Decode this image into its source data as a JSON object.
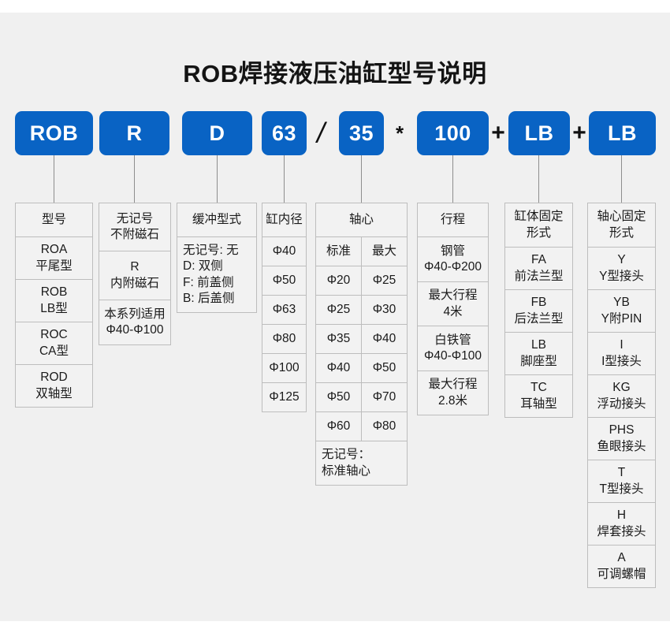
{
  "title": "ROB焊接液压油缸型号说明",
  "code_row": {
    "items": [
      {
        "kind": "chip",
        "label": "ROB"
      },
      {
        "kind": "chip",
        "label": "R"
      },
      {
        "kind": "chip",
        "label": "D"
      },
      {
        "kind": "chip",
        "label": "63"
      },
      {
        "kind": "sep",
        "label": "/"
      },
      {
        "kind": "chip",
        "label": "35"
      },
      {
        "kind": "sep",
        "label": "*"
      },
      {
        "kind": "chip",
        "label": "100"
      },
      {
        "kind": "sep",
        "label": "+"
      },
      {
        "kind": "chip",
        "label": "LB"
      },
      {
        "kind": "sep",
        "label": "+"
      },
      {
        "kind": "chip",
        "label": "LB"
      }
    ]
  },
  "columns": {
    "model": {
      "header": [
        "型号"
      ],
      "cells": [
        [
          "ROA",
          "平尾型"
        ],
        [
          "ROB",
          "LB型"
        ],
        [
          "ROC",
          "CA型"
        ],
        [
          "ROD",
          "双轴型"
        ]
      ]
    },
    "magnet": {
      "header": [
        "无记号",
        "不附磁石"
      ],
      "cells": [
        [
          "R",
          "内附磁石"
        ],
        [
          "本系列适用",
          "Φ40-Φ100"
        ]
      ]
    },
    "cushion": {
      "header": [
        "缓冲型式"
      ],
      "cells": [
        [
          "无记号: 无",
          "D: 双侧",
          "F: 前盖侧",
          "B: 后盖侧"
        ]
      ]
    },
    "bore": {
      "header": [
        "缸内径"
      ],
      "cells": [
        [
          "Φ40"
        ],
        [
          "Φ50"
        ],
        [
          "Φ63"
        ],
        [
          "Φ80"
        ],
        [
          "Φ100"
        ],
        [
          "Φ125"
        ]
      ]
    },
    "shaft": {
      "header": [
        "轴心"
      ],
      "sub_headers": [
        "标准",
        "最大"
      ],
      "rows": [
        [
          "Φ20",
          "Φ25"
        ],
        [
          "Φ25",
          "Φ30"
        ],
        [
          "Φ35",
          "Φ40"
        ],
        [
          "Φ40",
          "Φ50"
        ],
        [
          "Φ50",
          "Φ70"
        ],
        [
          "Φ60",
          "Φ80"
        ]
      ],
      "footer": [
        "无记号：",
        "标准轴心"
      ]
    },
    "stroke": {
      "header": [
        "行程"
      ],
      "cells": [
        [
          "钢管",
          "Φ40-Φ200"
        ],
        [
          "最大行程",
          "4米"
        ],
        [
          "白铁管",
          "Φ40-Φ100"
        ],
        [
          "最大行程",
          "2.8米"
        ]
      ]
    },
    "cylinder_mount": {
      "header": [
        "缸体固定",
        "形式"
      ],
      "cells": [
        [
          "FA",
          "前法兰型"
        ],
        [
          "FB",
          "后法兰型"
        ],
        [
          "LB",
          "脚座型"
        ],
        [
          "TC",
          "耳轴型"
        ]
      ]
    },
    "rod_mount": {
      "header": [
        "轴心固定",
        "形式"
      ],
      "cells": [
        [
          "Y",
          "Y型接头"
        ],
        [
          "YB",
          "Y附PIN"
        ],
        [
          "I",
          "I型接头"
        ],
        [
          "KG",
          "浮动接头"
        ],
        [
          "PHS",
          "鱼眼接头"
        ],
        [
          "T",
          "T型接头"
        ],
        [
          "H",
          "焊套接头"
        ],
        [
          "A",
          "可调螺帽"
        ]
      ]
    }
  },
  "colors": {
    "chip_blue": "#0963c4",
    "background": "#f0f0f0",
    "cell_fill": "#f2f2f2",
    "cell_border": "#bdbdbd"
  }
}
